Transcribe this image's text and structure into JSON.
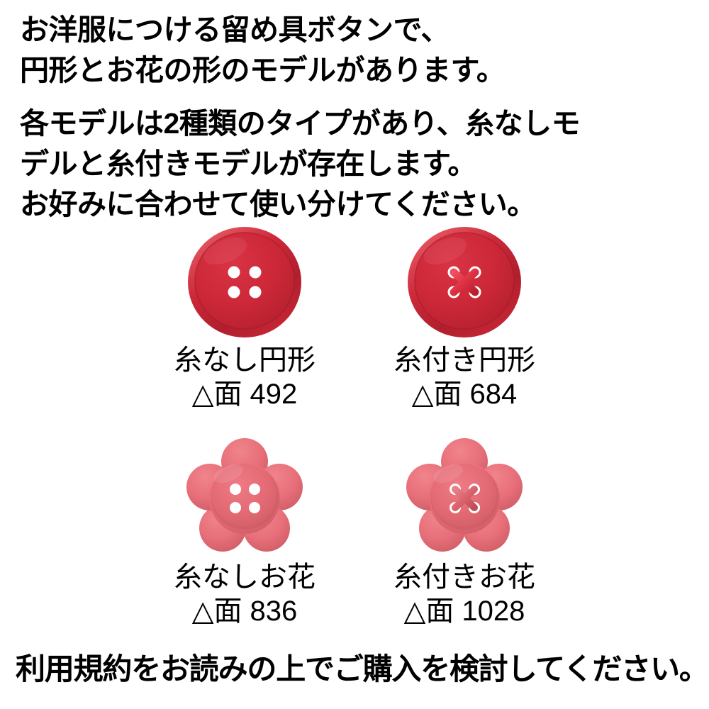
{
  "intro": {
    "lines": [
      "お洋服につける留め具ボタンで、",
      "円形とお花の形のモデルがあります。"
    ]
  },
  "description": {
    "lines": [
      "各モデルは2種類のタイプがあり、糸なしモ",
      "デルと糸付きモデルが存在します。",
      "お好みに合わせて使い分けてください。"
    ]
  },
  "footer": {
    "note": "利用規約をお読みの上でご購入を検討してください。"
  },
  "colors": {
    "circle_button_face": "#CC2838",
    "circle_button_rim_light": "#E25060",
    "circle_button_rim_dark": "#A61B2A",
    "circle_thread": "#E0384A",
    "flower_button_face": "#E8707A",
    "flower_button_rim_light": "#F0909A",
    "flower_button_rim_dark": "#C4545E",
    "flower_thread": "#D9636D",
    "hole": "#FFFFFF",
    "text": "#000000",
    "background": "#FFFFFF"
  },
  "models": [
    {
      "id": "circle-no-thread",
      "shape": "circle",
      "thread": false,
      "icon_name": "round-button-no-thread-icon",
      "label": "糸なし円形",
      "tri_label": "△面 492",
      "tri_count": 492
    },
    {
      "id": "circle-with-thread",
      "shape": "circle",
      "thread": true,
      "icon_name": "round-button-with-thread-icon",
      "label": "糸付き円形",
      "tri_label": "△面 684",
      "tri_count": 684
    },
    {
      "id": "flower-no-thread",
      "shape": "flower",
      "thread": false,
      "icon_name": "flower-button-no-thread-icon",
      "label": "糸なしお花",
      "tri_label": "△面 836",
      "tri_count": 836
    },
    {
      "id": "flower-with-thread",
      "shape": "flower",
      "thread": true,
      "icon_name": "flower-button-with-thread-icon",
      "label": "糸付きお花",
      "tri_label": "△面 1028",
      "tri_count": 1028
    }
  ]
}
